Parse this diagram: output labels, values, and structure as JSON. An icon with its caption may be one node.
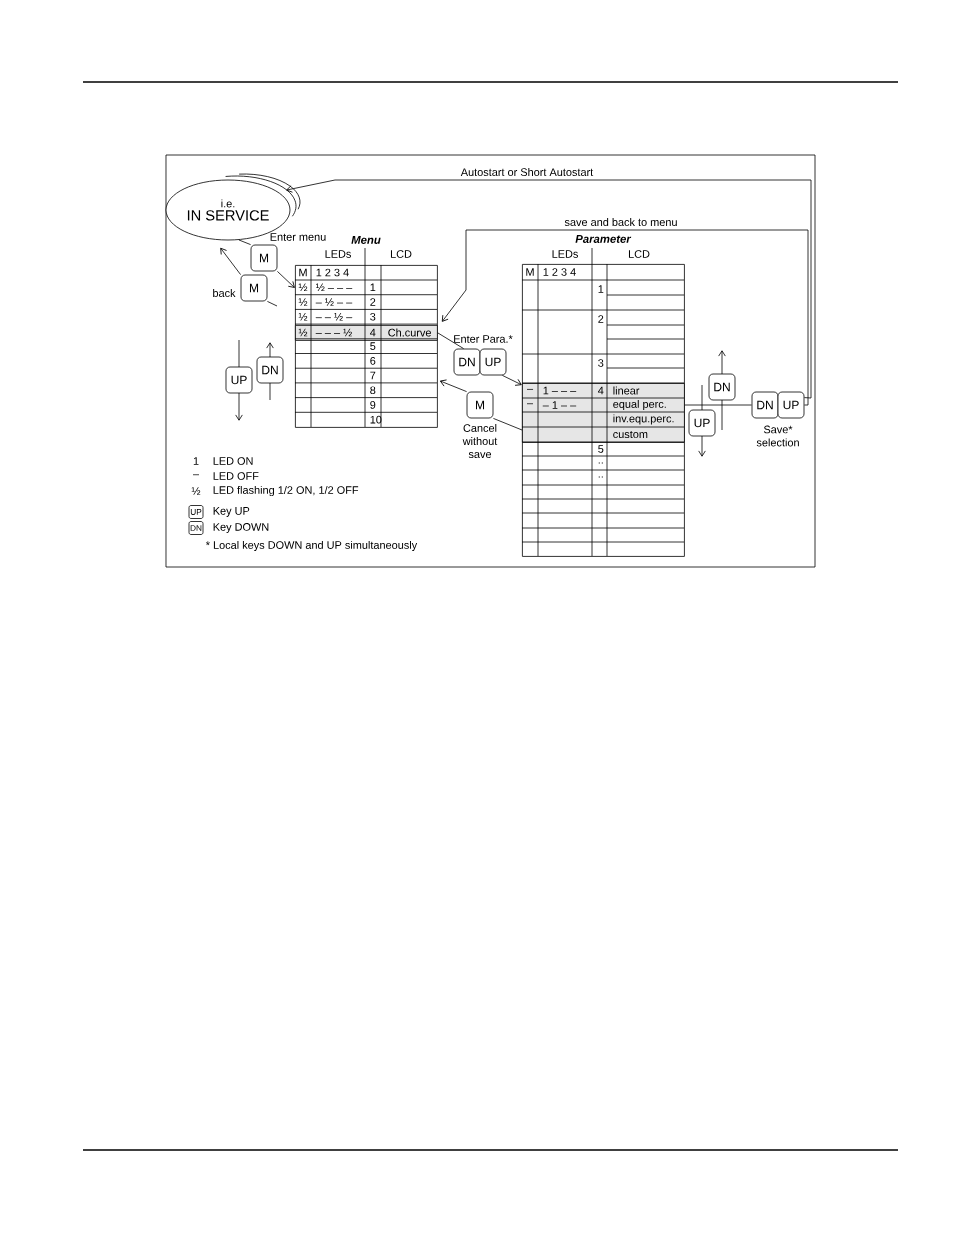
{
  "diagram": {
    "nodes": [
      {
        "text": [
          "i.e.",
          "IN SERVICE"
        ]
      },
      {
        "text": [
          "M"
        ],
        "beside": [
          "Enter menu"
        ]
      },
      {
        "text": [
          "M"
        ],
        "beside": [
          "back"
        ]
      },
      {
        "text": [
          "UP"
        ]
      },
      {
        "text": [
          "DN"
        ]
      },
      {
        "text": [
          "Menu"
        ]
      },
      {
        "text": [
          "½",
          "– – – ½",
          "4",
          "Ch.curve"
        ],
        "in": 5
      },
      {
        "text": [
          "DN",
          "UP"
        ],
        "beside": [
          "Enter Para.*"
        ]
      },
      {
        "text": [
          "M"
        ],
        "beside": [
          "Cancel without save"
        ]
      },
      {
        "text": [
          "Parameter"
        ]
      },
      {
        "text": [
          "–",
          "1 – – –",
          "4",
          "linear",
          "–",
          "– 1 – –",
          "equal perc.",
          "inv.equ.perc.",
          "custom"
        ],
        "in": 9
      },
      {
        "text": [
          "DN"
        ]
      },
      {
        "text": [
          "UP"
        ]
      },
      {
        "text": [
          "DN",
          "UP"
        ],
        "beside": [
          "Save* selection"
        ]
      },
      {
        "text": [
          "UP"
        ]
      },
      {
        "text": [
          "DN"
        ]
      }
    ],
    "edges": [
      {
        "from": 0,
        "to": 1,
        "arrow": "none"
      },
      {
        "from": 1,
        "to": 5,
        "arrow": "to"
      },
      {
        "from": null,
        "to": 2,
        "arrow": "none"
      },
      {
        "from": 2,
        "to": 0,
        "arrow": "to"
      },
      {
        "from": 6,
        "to": 7,
        "arrow": "none"
      },
      {
        "from": 7,
        "to": 10,
        "arrow": "to"
      },
      {
        "from": 10,
        "to": 8,
        "arrow": "none"
      },
      {
        "from": 8,
        "to": 5,
        "arrow": "to"
      },
      {
        "from": 10,
        "to": 13,
        "arrow": "none"
      },
      {
        "from": 13,
        "to": 0,
        "arrow": "to",
        "label": "Autostart or Short Autostart"
      },
      {
        "from": 13,
        "to": 6,
        "arrow": "to",
        "label": "save and back to menu"
      }
    ],
    "labels": [
      "LEDs",
      "LCD",
      "M",
      "1 2 3 4",
      "½",
      "½ – – –",
      "1",
      "½",
      "– ½ – –",
      "2",
      "½",
      "– – ½ –",
      "3",
      "5",
      "6",
      "7",
      "8",
      "9",
      "10",
      "LEDs",
      "LCD",
      "M",
      "1 2 3 4",
      "1",
      "2",
      "3",
      "5",
      "..",
      "..",
      "1",
      "LED ON",
      "–",
      "LED OFF",
      "½",
      "LED flashing 1/2 ON, 1/2 OFF",
      "Key UP",
      "Key DOWN",
      "* Local keys DOWN and UP simultaneously"
    ]
  }
}
